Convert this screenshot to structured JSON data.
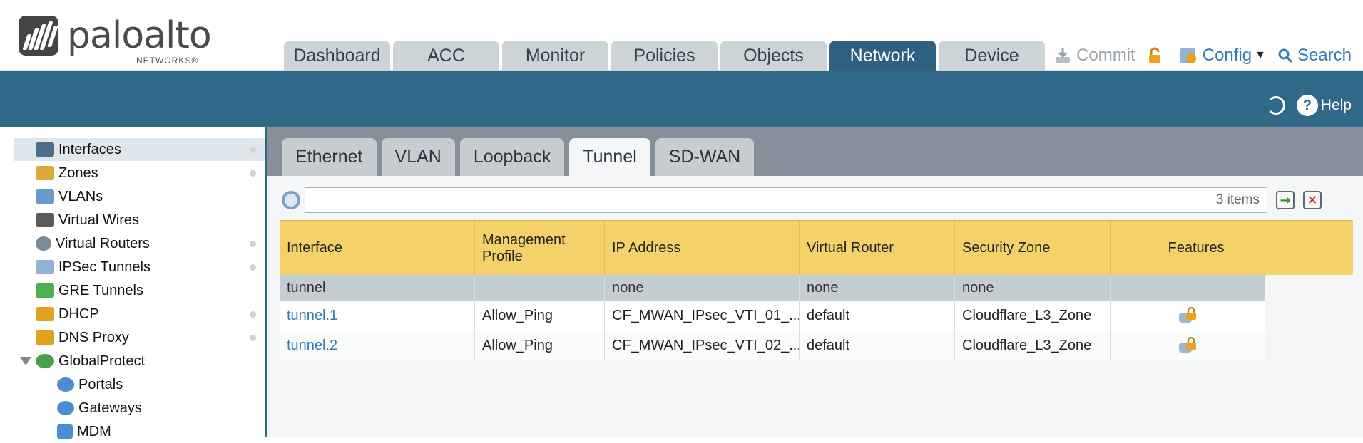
{
  "app": {
    "brand": "paloalto",
    "brand_sub": "NETWORKS®"
  },
  "nav": {
    "tabs": [
      "Dashboard",
      "ACC",
      "Monitor",
      "Policies",
      "Objects",
      "Network",
      "Device"
    ],
    "active": "Network"
  },
  "toolbar": {
    "commit": "Commit",
    "config": "Config",
    "search": "Search",
    "help": "Help"
  },
  "sidebar": {
    "items": [
      {
        "label": "Interfaces",
        "icon": "interfaces-icon",
        "dot": true
      },
      {
        "label": "Zones",
        "icon": "zones-icon",
        "dot": true
      },
      {
        "label": "VLANs",
        "icon": "vlans-icon",
        "dot": false
      },
      {
        "label": "Virtual Wires",
        "icon": "virtual-wires-icon",
        "dot": false
      },
      {
        "label": "Virtual Routers",
        "icon": "virtual-routers-icon",
        "dot": true
      },
      {
        "label": "IPSec Tunnels",
        "icon": "ipsec-tunnels-icon",
        "dot": true
      },
      {
        "label": "GRE Tunnels",
        "icon": "gre-tunnels-icon",
        "dot": false
      },
      {
        "label": "DHCP",
        "icon": "dhcp-icon",
        "dot": true
      },
      {
        "label": "DNS Proxy",
        "icon": "dns-proxy-icon",
        "dot": true
      },
      {
        "label": "GlobalProtect",
        "icon": "globalprotect-icon",
        "dot": false
      },
      {
        "label": "Portals",
        "icon": "portals-icon",
        "dot": false
      },
      {
        "label": "Gateways",
        "icon": "gateways-icon",
        "dot": false
      },
      {
        "label": "MDM",
        "icon": "mdm-icon",
        "dot": false
      }
    ]
  },
  "subtabs": {
    "items": [
      "Ethernet",
      "VLAN",
      "Loopback",
      "Tunnel",
      "SD-WAN"
    ],
    "active": "Tunnel"
  },
  "filter": {
    "value": "",
    "count": "3 items"
  },
  "table": {
    "columns": [
      "Interface",
      "Management Profile",
      "IP Address",
      "Virtual Router",
      "Security Zone",
      "Features"
    ],
    "group_row": {
      "interface": "tunnel",
      "profile": "",
      "ip": "none",
      "router": "none",
      "zone": "none"
    },
    "rows": [
      {
        "interface": "tunnel.1",
        "profile": "Allow_Ping",
        "ip": "CF_MWAN_IPsec_VTI_01_...",
        "router": "default",
        "zone": "Cloudflare_L3_Zone"
      },
      {
        "interface": "tunnel.2",
        "profile": "Allow_Ping",
        "ip": "CF_MWAN_IPsec_VTI_02_...",
        "router": "default",
        "zone": "Cloudflare_L3_Zone"
      }
    ]
  },
  "colors": {
    "brand_blue": "#306888",
    "header_yellow": "#f5d16a",
    "link": "#3279b8"
  }
}
